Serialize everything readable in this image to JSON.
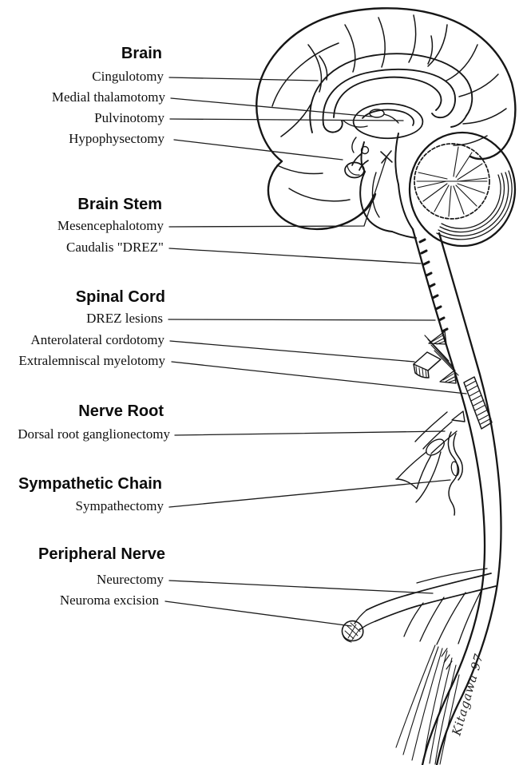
{
  "diagram": {
    "background_color": "#ffffff",
    "ink_color": "#161616",
    "artist_signature": "Kitagawa 97",
    "sections": [
      {
        "heading": "Brain",
        "procedures": [
          "Cingulotomy",
          "Medial thalamotomy",
          "Pulvinotomy",
          "Hypophysectomy"
        ]
      },
      {
        "heading": "Brain Stem",
        "procedures": [
          "Mesencephalotomy",
          "Caudalis \"DREZ\""
        ]
      },
      {
        "heading": "Spinal Cord",
        "procedures": [
          "DREZ lesions",
          "Anterolateral cordotomy",
          "Extralemniscal myelotomy"
        ]
      },
      {
        "heading": "Nerve Root",
        "procedures": [
          "Dorsal root ganglionectomy"
        ]
      },
      {
        "heading": "Sympathetic Chain",
        "procedures": [
          "Sympathectomy"
        ]
      },
      {
        "heading": "Peripheral Nerve",
        "procedures": [
          "Neurectomy",
          "Neuroma excision"
        ]
      }
    ]
  }
}
